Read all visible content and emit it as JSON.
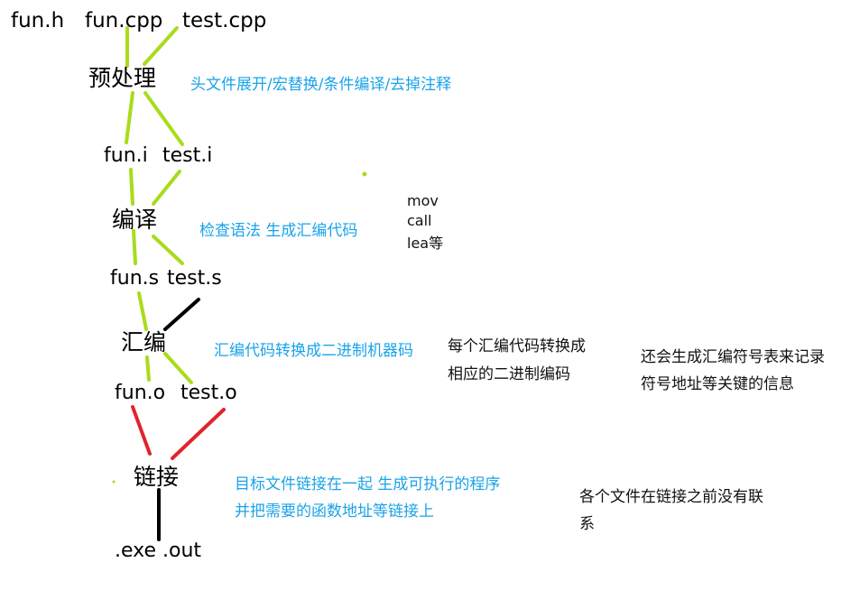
{
  "files": {
    "fun_h": "fun.h",
    "fun_cpp": "fun.cpp",
    "test_cpp": "test.cpp",
    "fun_i": "fun.i",
    "test_i": "test.i",
    "fun_s": "fun.s",
    "test_s": "test.s",
    "fun_o": "fun.o",
    "test_o": "test.o",
    "exe_out": ".exe .out"
  },
  "stages": {
    "preprocess": "预处理",
    "compile": "编译",
    "assemble": "汇编",
    "link": "链接"
  },
  "notes": {
    "preprocess": "头文件展开/宏替换/条件编译/去掉注释",
    "compile": "检查语法  生成汇编代码",
    "assemble": "汇编代码转换成二进制机器码",
    "link_line1": "目标文件链接在一起  生成可执行的程序",
    "link_line2": "并把需要的函数地址等链接上"
  },
  "annotations": {
    "asm_examples": [
      "mov",
      "call",
      "lea等"
    ],
    "assemble_detail": [
      "每个汇编代码转换成",
      "相应的二进制编码"
    ],
    "symbol_table": [
      "还会生成汇编符号表来记录",
      "符号地址等关键的信息"
    ],
    "link_detail": [
      "各个文件在链接之前没有联",
      "系"
    ]
  },
  "colors": {
    "green_stroke": "#a8dc1c",
    "red_stroke": "#e0242c",
    "black_stroke": "#000000",
    "note_blue": "#1aa3e8"
  }
}
